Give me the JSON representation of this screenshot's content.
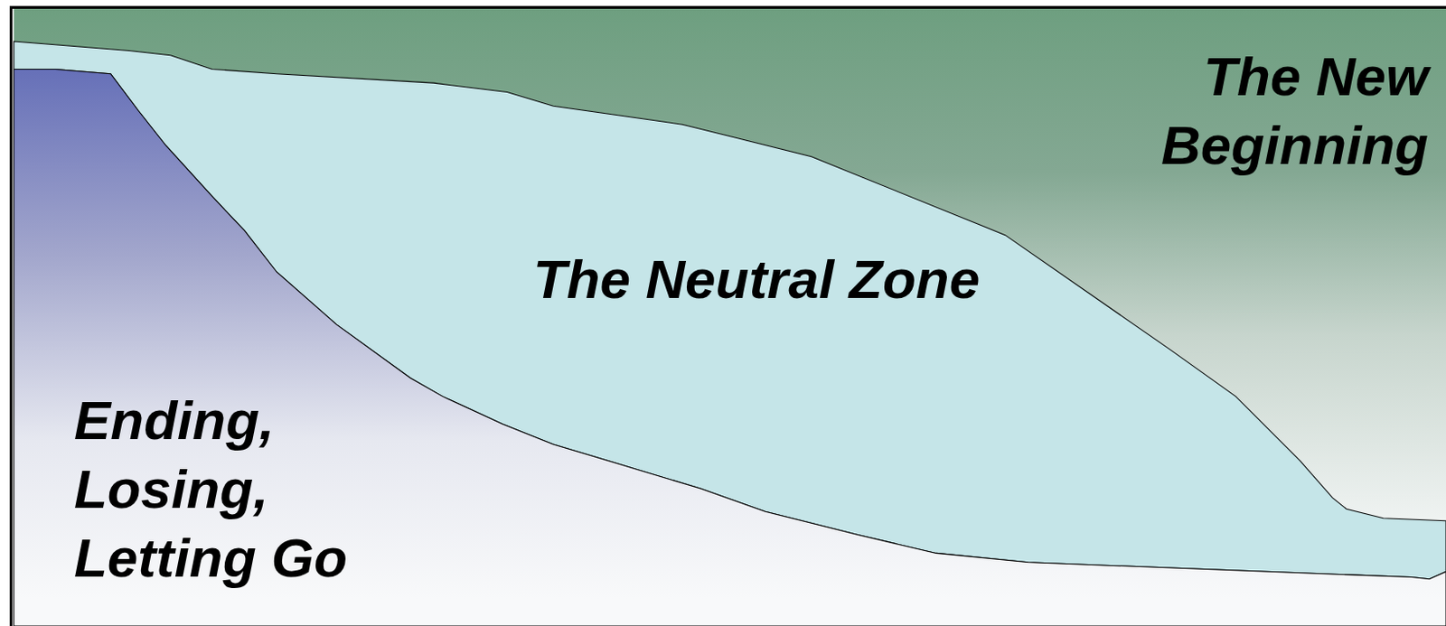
{
  "diagram": {
    "nodes": [
      {
        "text": [
          "Ending, Losing, Letting Go"
        ]
      },
      {
        "text": [
          "The Neutral Zone"
        ]
      },
      {
        "text": [
          "The New Beginning"
        ]
      }
    ]
  }
}
